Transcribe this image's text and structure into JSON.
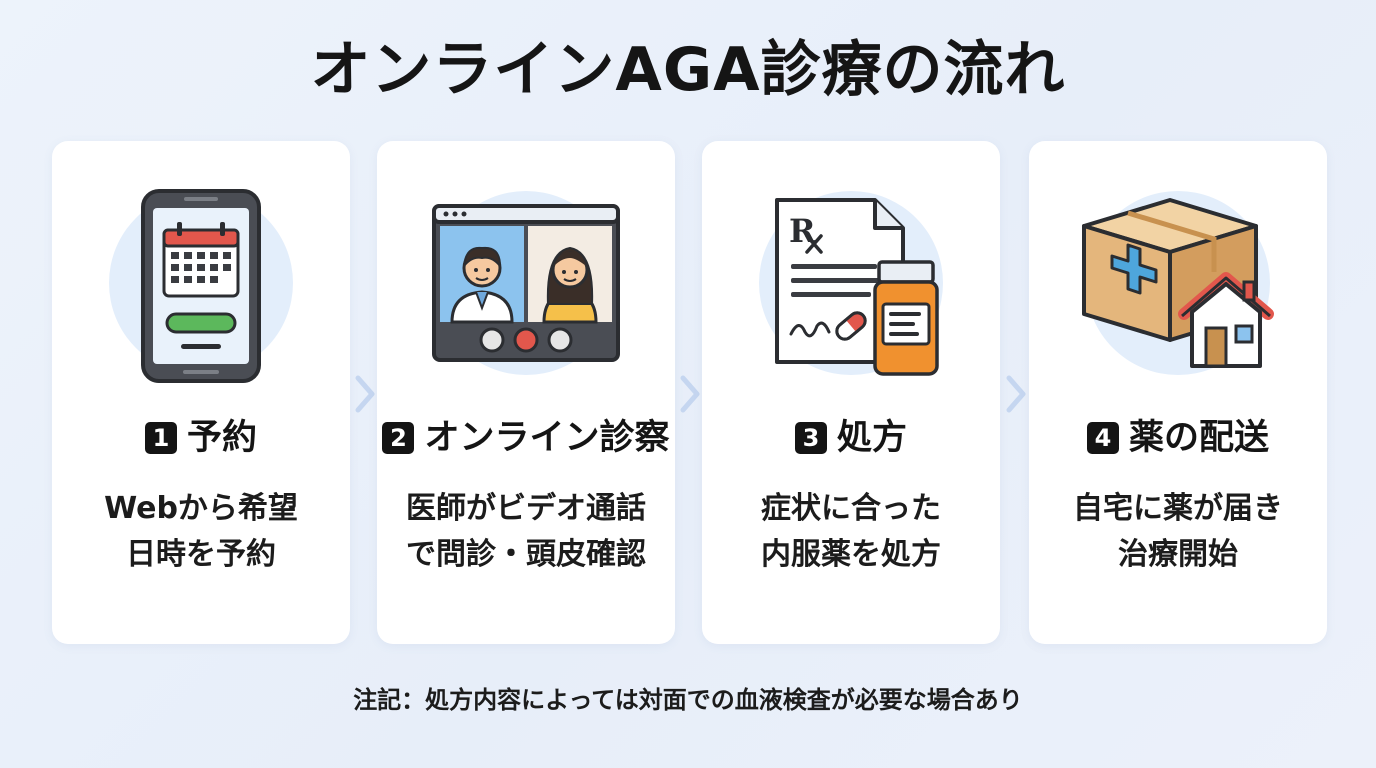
{
  "title": "オンラインAGA診療の流れ",
  "steps": [
    {
      "number": "1",
      "label": "予約",
      "icon": "smartphone-calendar-icon",
      "lines": [
        "Webから希望",
        "日時を予約"
      ]
    },
    {
      "number": "2",
      "label": "オンライン診察",
      "icon": "video-call-icon",
      "lines": [
        "医師がビデオ通話",
        "で問診・頭皮確認"
      ]
    },
    {
      "number": "3",
      "label": "処方",
      "icon": "prescription-medicine-icon",
      "lines": [
        "症状に合った",
        "内服薬を処方"
      ]
    },
    {
      "number": "4",
      "label": "薬の配送",
      "icon": "delivery-box-house-icon",
      "lines": [
        "自宅に薬が届き",
        "治療開始"
      ]
    }
  ],
  "note": "注記：処方内容によっては対面での血液検査が必要な場合あり",
  "colors": {
    "background": "#eaf0fa",
    "card": "#ffffff",
    "icon_circle": "#e3eefb",
    "chevron": "#c5d6f0",
    "text": "#151515",
    "badge": "#141414"
  }
}
